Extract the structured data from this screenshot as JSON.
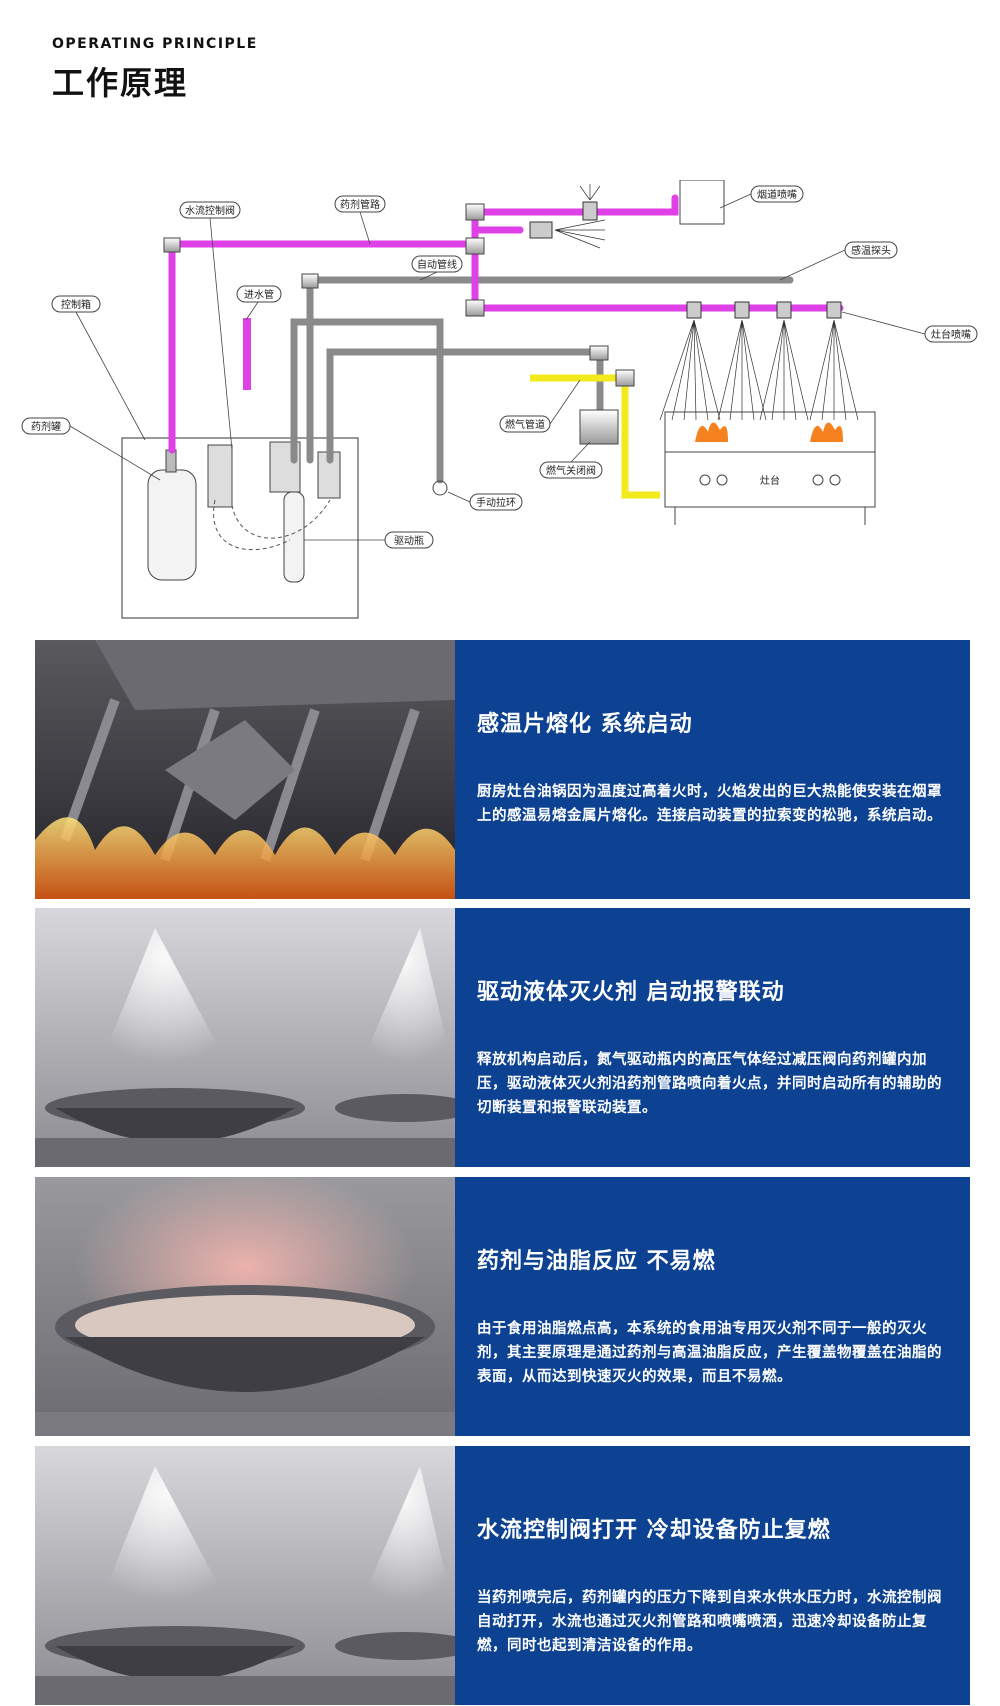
{
  "header": {
    "subtitle": "OPERATING PRINCIPLE",
    "title": "工作原理"
  },
  "diagram": {
    "labels": {
      "water_valve": "水流控制阀",
      "agent_pipe": "药剂管路",
      "auto_line": "自动管线",
      "water_inlet": "进水管",
      "control_box": "控制箱",
      "agent_tank": "药剂罐",
      "flue_nozzle": "烟道喷嘴",
      "temp_probe": "感温探头",
      "stove_nozzle": "灶台喷嘴",
      "gas_pipe": "燃气管道",
      "gas_valve": "燃气关闭阀",
      "manual_pull": "手动拉环",
      "drive_bottle": "驱动瓶",
      "stove": "灶台"
    },
    "colors": {
      "agent_pipe": "#e040e8",
      "gas_pipe": "#f2ea1c",
      "flame": "#f5821f"
    }
  },
  "sections": [
    {
      "title": "感温片熔化 系统启动",
      "text": "厨房灶台油锅因为温度过高着火时，火焰发出的巨大热能使安装在烟罩上的感温易熔金属片熔化。连接启动装置的拉索变的松驰，系统启动。"
    },
    {
      "title": "驱动液体灭火剂 启动报警联动",
      "text": "释放机构启动后，氮气驱动瓶内的高压气体经过减压阀向药剂罐内加压，驱动液体灭火剂沿药剂管路喷向着火点，并同时启动所有的辅助的切断装置和报警联动装置。"
    },
    {
      "title": "药剂与油脂反应 不易燃",
      "text": "由于食用油脂燃点高，本系统的食用油专用灭火剂不同于一般的灭火剂，其主要原理是通过药剂与高温油脂反应，产生覆盖物覆盖在油脂的表面，从而达到快速灭火的效果，而且不易燃。"
    },
    {
      "title": "水流控制阀打开 冷却设备防止复燃",
      "text": "当药剂喷完后，药剂罐内的压力下降到自来水供水压力时，水流控制阀自动打开，水流也通过灭火剂管路和喷嘴喷洒，迅速冷却设备防止复燃，同时也起到清洁设备的作用。"
    }
  ],
  "panel_color": "#0c4291"
}
